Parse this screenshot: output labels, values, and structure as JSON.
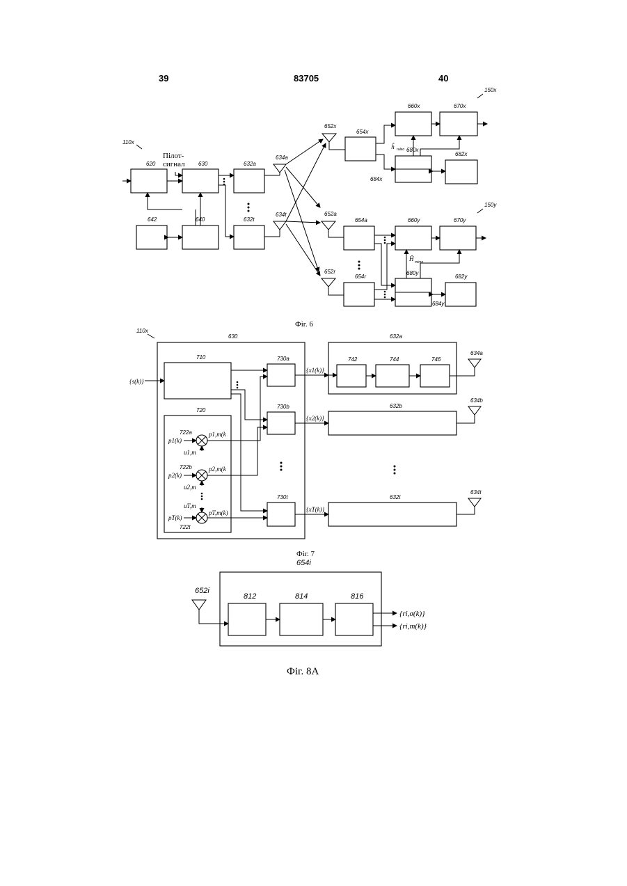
{
  "header": {
    "left_page": "39",
    "patent_number": "83705",
    "right_page": "40"
  },
  "fig6": {
    "caption": "Фіг. 6",
    "ref_110x": "110x",
    "ref_150x": "150x",
    "ref_150y": "150y",
    "pilot_line1": "Пілот-",
    "pilot_line2": "сигнал",
    "blocks": {
      "b620": "620",
      "b630": "630",
      "b640": "640",
      "b642": "642",
      "b632a": "632a",
      "b632t": "632t",
      "b654x": "654x",
      "b660x": "660x",
      "b670x": "670x",
      "b680x": "680x",
      "b682x": "682x",
      "b684x": "684x",
      "b654a": "654a",
      "b654r": "654r",
      "b660y": "660y",
      "b670y": "670y",
      "b680y": "680y",
      "b682y": "682y",
      "b684y": "684y"
    },
    "antennas": {
      "a634a": "634a",
      "a634t": "634t",
      "a652x": "652x",
      "a652a": "652a",
      "a652r": "652r"
    },
    "h_x": "ĥ",
    "h_x_sub": "ralao",
    "h_y": "Ĥ",
    "h_y_sub": "mimo"
  },
  "fig7": {
    "caption": "Фіг. 7",
    "ref_110x": "110x",
    "b630": "630",
    "b710": "710",
    "b720": "720",
    "b730a": "730a",
    "b730b": "730b",
    "b730t": "730t",
    "b632a": "632a",
    "b632b": "632b",
    "b632t": "632t",
    "b742": "742",
    "b744": "744",
    "b746": "746",
    "a634a": "634a",
    "a634b": "634b",
    "a634t": "634t",
    "input": "{s(k)}",
    "x1": "{x1(k)}",
    "x2": "{x2(k)}",
    "xT": "{xT(k)}",
    "m722a": "722a",
    "m722b": "722b",
    "m722t": "722t",
    "p1": "p1(k)",
    "p2": "p2(k)",
    "pT": "pT(k)",
    "u1": "u1,m",
    "u2": "u2,m",
    "uT": "uT,m",
    "pm1": "p1,m(k",
    "pm2": "p2,m(k",
    "pmT": "pT,m(k)"
  },
  "fig8a": {
    "caption": "Фіг. 8А",
    "b654i": "654i",
    "a652i": "652i",
    "b812": "812",
    "b814": "814",
    "b816": "816",
    "out1": "{ri,σ(k)}",
    "out2": "{ri,m(k)}"
  }
}
